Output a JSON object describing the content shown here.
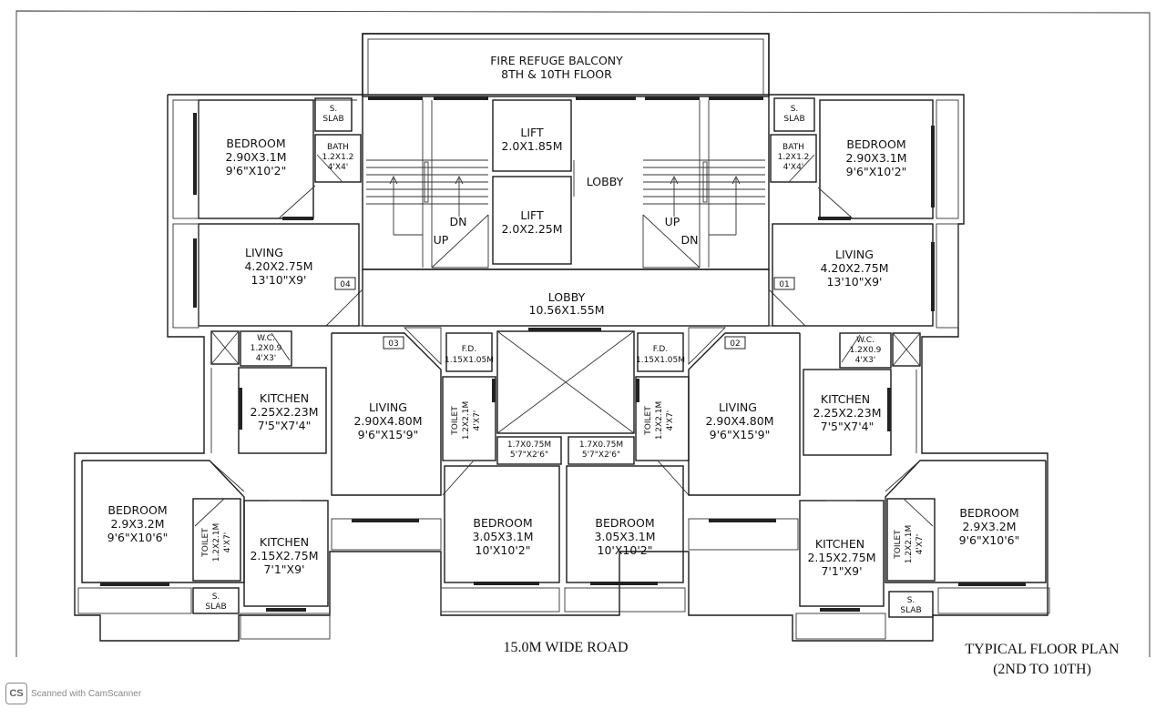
{
  "labels": {
    "fire_refuge": [
      "FIRE REFUGE BALCONY",
      "8TH & 10TH FLOOR"
    ],
    "lift1": [
      "LIFT",
      "2.0X1.85M"
    ],
    "lift2": [
      "LIFT",
      "2.0X2.25M"
    ],
    "lobby_top": "LOBBY",
    "lobby_main": [
      "LOBBY",
      "10.56X1.55M"
    ],
    "up": "UP",
    "dn": "DN",
    "s_slab": [
      "S.",
      "SLAB"
    ],
    "bath": [
      "BATH",
      "1.2X1.2",
      "4'X4'"
    ],
    "bedroom_top": [
      "BEDROOM",
      "2.90X3.1M",
      "9'6\"X10'2\""
    ],
    "living_top": [
      "LIVING",
      "4.20X2.75M",
      "13'10\"X9'"
    ],
    "wc": [
      "W.C.",
      "1.2X0.9",
      "4'X3'"
    ],
    "kitchen_mid": [
      "KITCHEN",
      "2.25X2.23M",
      "7'5\"X7'4\""
    ],
    "living_center": [
      "LIVING",
      "2.90X4.80M",
      "9'6\"X15'9\""
    ],
    "fd": [
      "F.D.",
      "1.15X1.05M"
    ],
    "toilet_v": [
      "TOILET",
      "1.2X2.1M",
      "4'X7'"
    ],
    "passage": [
      "1.7X0.75M",
      "5'7\"X2'6\""
    ],
    "bedroom_bottom": [
      "BEDROOM",
      "2.9X3.2M",
      "9'6\"X10'6\""
    ],
    "kitchen_bottom": [
      "KITCHEN",
      "2.15X2.75M",
      "7'1\"X9'"
    ],
    "bedroom_center": [
      "BEDROOM",
      "3.05X3.1M",
      "10'X10'2\""
    ],
    "flat_tags": [
      "01",
      "02",
      "03",
      "04"
    ],
    "road": "15.0M WIDE ROAD",
    "plan_title": [
      "TYPICAL FLOOR PLAN",
      "(2ND TO 10TH)"
    ]
  },
  "watermark": {
    "badge": "CS",
    "text": "Scanned with CamScanner"
  },
  "colors": {
    "ink": "#1a1a1a",
    "paper": "#ffffff"
  }
}
